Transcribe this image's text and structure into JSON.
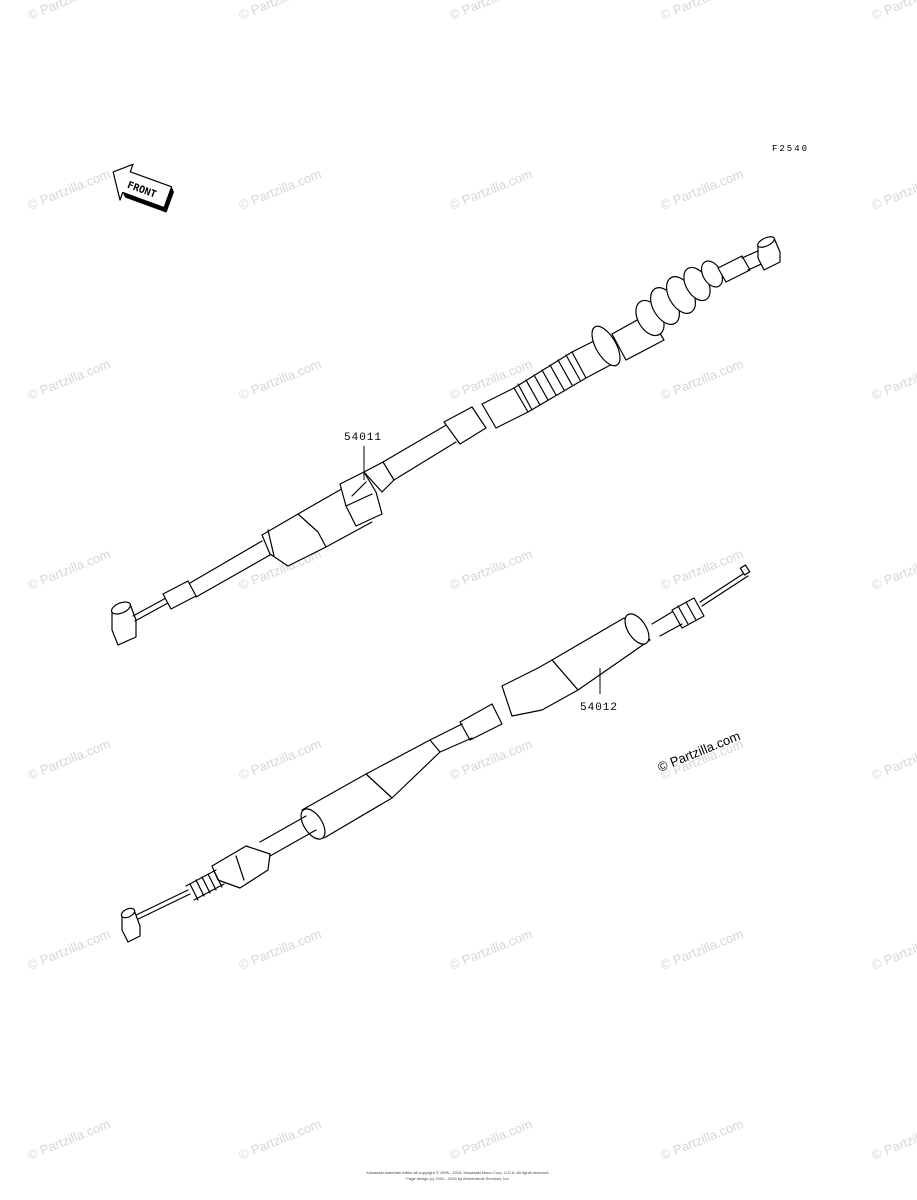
{
  "figure_code": "F2540",
  "front_label": "FRONT",
  "parts": {
    "upper_cable_number": "54011",
    "lower_cable_number": "54012"
  },
  "copyright_mark": "© Partzilla.com",
  "watermark_text": "© Partzilla.com",
  "footer": {
    "line1": "Kawasaki materials within all copyright © 1995 - 2015, Kawasaki Motor Corp, U.S.A. All rights reserved.",
    "line2": "Page design (c) 2002 - 2015 by Arionbrands Services, Inc."
  }
}
